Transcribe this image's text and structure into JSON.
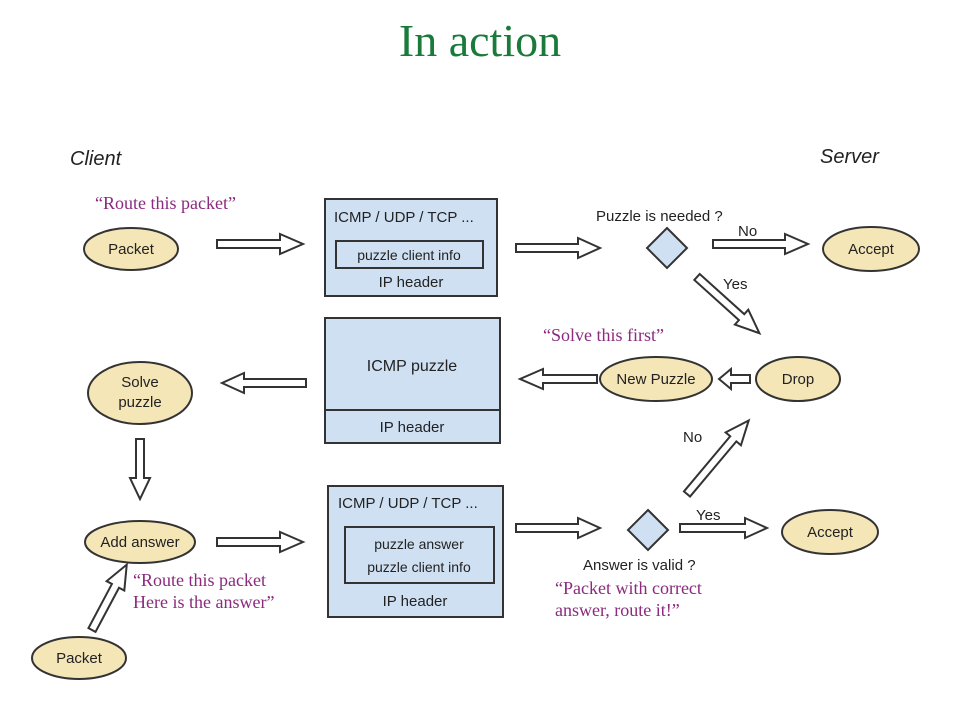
{
  "title": "In action",
  "colors": {
    "title": "#1a7a3a",
    "quote": "#8b2a7e",
    "ellipse_fill": "#f5e6b8",
    "box_fill": "#cfe0f3",
    "arrow_fill": "#ffffff",
    "stroke": "#333333"
  },
  "labels": {
    "client": "Client",
    "server": "Server"
  },
  "quotes": {
    "route_packet": "“Route this packet”",
    "solve_first": "“Solve this first”",
    "route_answer_line1": "“Route this packet",
    "route_answer_line2": "Here is the answer”",
    "correct_line1": "“Packet with correct",
    "correct_line2": "answer, route it!”"
  },
  "nodes": {
    "packet_top": "Packet",
    "accept_top": "Accept",
    "solve_line1": "Solve",
    "solve_line2": "puzzle",
    "new_puzzle": "New Puzzle",
    "drop": "Drop",
    "add_answer": "Add answer",
    "accept_bottom": "Accept",
    "packet_bottom": "Packet"
  },
  "boxes": {
    "top": {
      "protocols": "ICMP / UDP / TCP ...",
      "inner": "puzzle client info",
      "header": "IP header"
    },
    "middle": {
      "body": "ICMP puzzle",
      "header": "IP header"
    },
    "bottom": {
      "protocols": "ICMP / UDP / TCP ...",
      "inner_line1": "puzzle answer",
      "inner_line2": "puzzle client info",
      "header": "IP header"
    }
  },
  "decisions": {
    "puzzle_needed": "Puzzle is needed ?",
    "answer_valid": "Answer is valid ?"
  },
  "edge_labels": {
    "no_top": "No",
    "yes_top": "Yes",
    "no_middle": "No",
    "yes_bottom": "Yes"
  }
}
